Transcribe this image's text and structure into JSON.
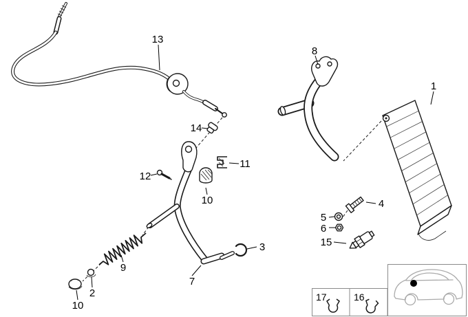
{
  "callouts": {
    "c1": "1",
    "c2": "2",
    "c3": "3",
    "c4": "4",
    "c5": "5",
    "c6": "6",
    "c7": "7",
    "c8": "8",
    "c9": "9",
    "c10a": "10",
    "c10b": "10",
    "c11": "11",
    "c12": "12",
    "c13": "13",
    "c14": "14",
    "c15": "15",
    "c16": "16",
    "c17": "17"
  },
  "colors": {
    "line": "#1a1a1a",
    "marker": "#000000",
    "car_line": "#aaaaaa"
  }
}
